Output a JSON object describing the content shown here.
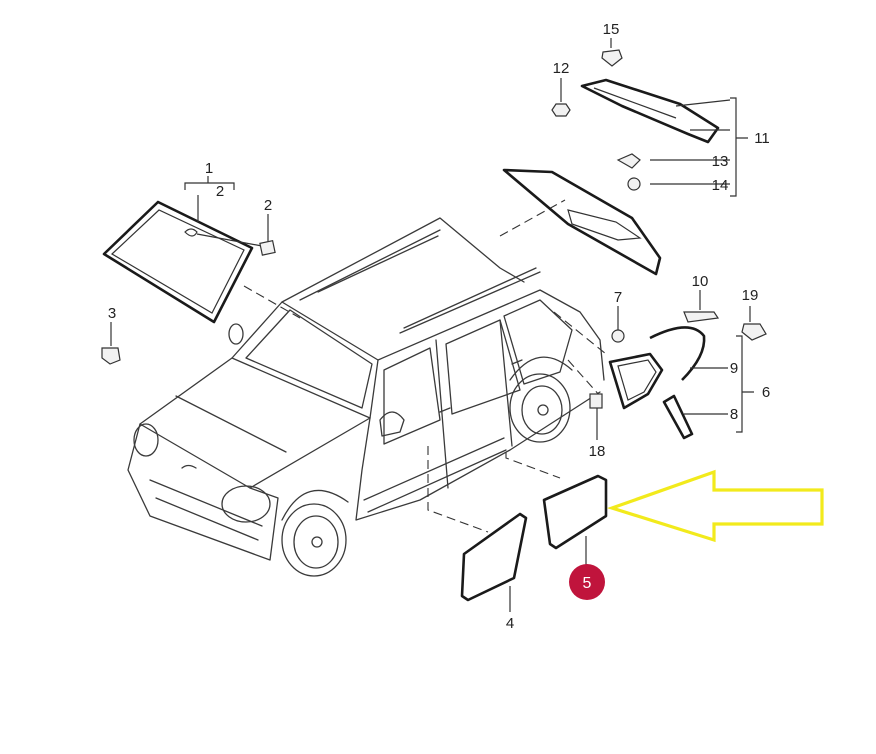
{
  "callouts": {
    "c1": "1",
    "c2a": "2",
    "c2b": "2",
    "c3": "3",
    "c4": "4",
    "c5": "5",
    "c6": "6",
    "c7": "7",
    "c8": "8",
    "c9": "9",
    "c10": "10",
    "c11": "11",
    "c12": "12",
    "c13": "13",
    "c14": "14",
    "c15": "15",
    "c18": "18",
    "c19": "19"
  },
  "colors": {
    "highlight_badge": "#c0143c",
    "arrow_outline": "#f2ea1c",
    "line": "#1a1a1a",
    "badge_text": "#ffffff"
  }
}
